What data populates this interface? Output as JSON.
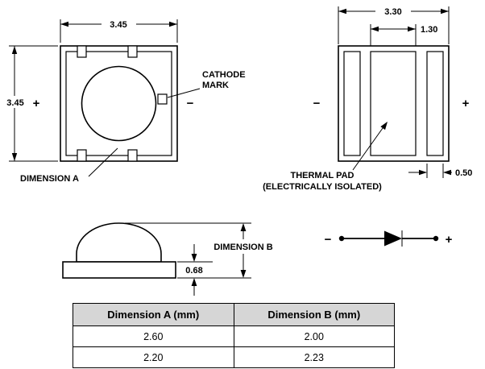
{
  "colors": {
    "line": "#000000",
    "table_header_bg": "#d6d6d6"
  },
  "top_view": {
    "width_dim": "3.45",
    "height_dim": "3.45",
    "plus": "+",
    "minus": "−",
    "cathode_mark_line1": "CATHODE",
    "cathode_mark_line2": "MARK",
    "dimension_a_label": "DIMENSION A"
  },
  "bottom_view": {
    "width_dim": "3.30",
    "center_pad_dim": "1.30",
    "side_pad_dim": "0.50",
    "minus": "−",
    "plus": "+",
    "thermal_pad_line1": "THERMAL PAD",
    "thermal_pad_line2": "(ELECTRICALLY ISOLATED)"
  },
  "side_view": {
    "base_height_dim": "0.68",
    "dimension_b_label": "DIMENSION B"
  },
  "schematic": {
    "minus": "−",
    "plus": "+"
  },
  "table": {
    "headers": [
      "Dimension A (mm)",
      "Dimension B (mm)"
    ],
    "rows": [
      [
        "2.60",
        "2.00"
      ],
      [
        "2.20",
        "2.23"
      ]
    ]
  }
}
